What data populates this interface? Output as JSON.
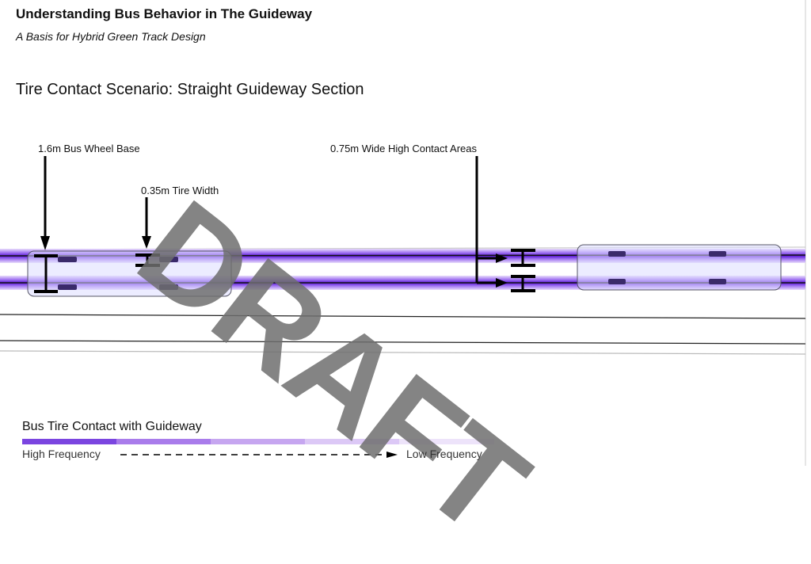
{
  "header": {
    "title": "Understanding Bus Behavior in The Guideway",
    "subtitle": "A Basis for Hybrid Green Track Design"
  },
  "scenario_title": "Tire Contact Scenario: Straight Guideway Section",
  "annotations": {
    "wheel_base": "1.6m Bus Wheel Base",
    "tire_width": "0.35m Tire Width",
    "contact_areas": "0.75m Wide High Contact Areas"
  },
  "watermark": "DRAFT",
  "legend": {
    "title": "Bus Tire Contact with Guideway",
    "high": "High Frequency",
    "low": "Low Frequency",
    "colors": [
      "#7b45e0",
      "#a97ceb",
      "#c6a6f0",
      "#dcc8f6",
      "#ede3fa"
    ]
  }
}
